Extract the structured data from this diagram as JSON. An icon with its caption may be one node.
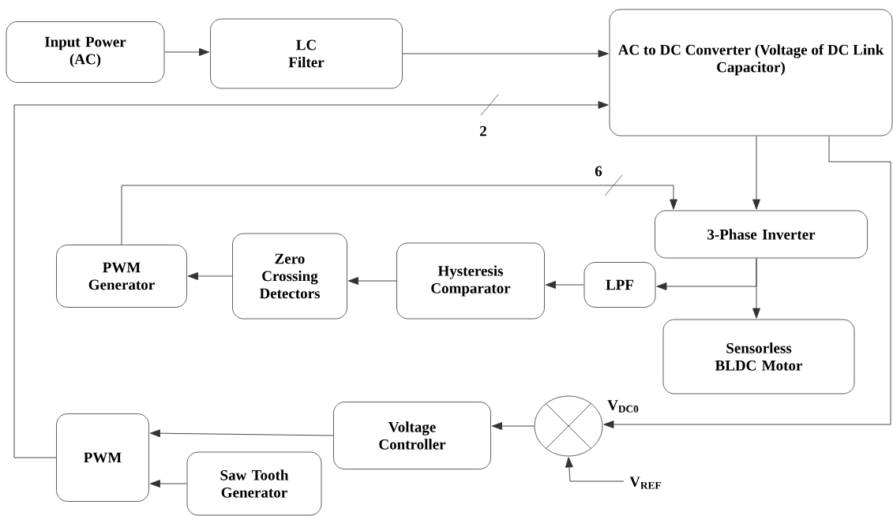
{
  "diagram": {
    "nodes": [
      {
        "text": [
          "Input Power (AC)"
        ]
      },
      {
        "text": [
          "LC Filter"
        ]
      },
      {
        "text": [
          "AC to DC Converter (Voltage of DC Link Capacitor)"
        ]
      },
      {
        "text": [
          "3-Phase Inverter"
        ]
      },
      {
        "text": [
          "PWM Generator"
        ]
      },
      {
        "text": [
          "Zero Crossing Detectors"
        ]
      },
      {
        "text": [
          "Hysteresis Comparator"
        ]
      },
      {
        "text": [
          "LPF"
        ]
      },
      {
        "text": [
          "Sensorless BLDC Motor"
        ]
      },
      {
        "text": [],
        "shape": "circle"
      },
      {
        "text": [
          "Voltage Controller"
        ]
      },
      {
        "text": [
          "PWM"
        ]
      },
      {
        "text": [
          "Saw Tooth Generator"
        ]
      }
    ],
    "edges": [
      {
        "from": 0,
        "to": 1,
        "arrow": "to"
      },
      {
        "from": 1,
        "to": 2,
        "arrow": "to"
      },
      {
        "from": 11,
        "to": 2,
        "arrow": "to",
        "label": "2"
      },
      {
        "from": 2,
        "to": 3,
        "arrow": "to"
      },
      {
        "from": 4,
        "to": 3,
        "arrow": "to",
        "label": "6"
      },
      {
        "from": 3,
        "to": 8,
        "arrow": "to"
      },
      {
        "from": 3,
        "to": 7,
        "arrow": "to"
      },
      {
        "from": 7,
        "to": 6,
        "arrow": "to"
      },
      {
        "from": 6,
        "to": 5,
        "arrow": "to"
      },
      {
        "from": 5,
        "to": 4,
        "arrow": "to"
      },
      {
        "from": 2,
        "to": 9,
        "arrow": "to",
        "label": "V$_{DC0}$"
      },
      {
        "from": null,
        "to": 9,
        "arrow": "to",
        "label": "V$_{REF}$"
      },
      {
        "from": 9,
        "to": 10,
        "arrow": "to"
      },
      {
        "from": 10,
        "to": 11,
        "arrow": "to"
      },
      {
        "from": 12,
        "to": 11,
        "arrow": "to"
      }
    ]
  }
}
